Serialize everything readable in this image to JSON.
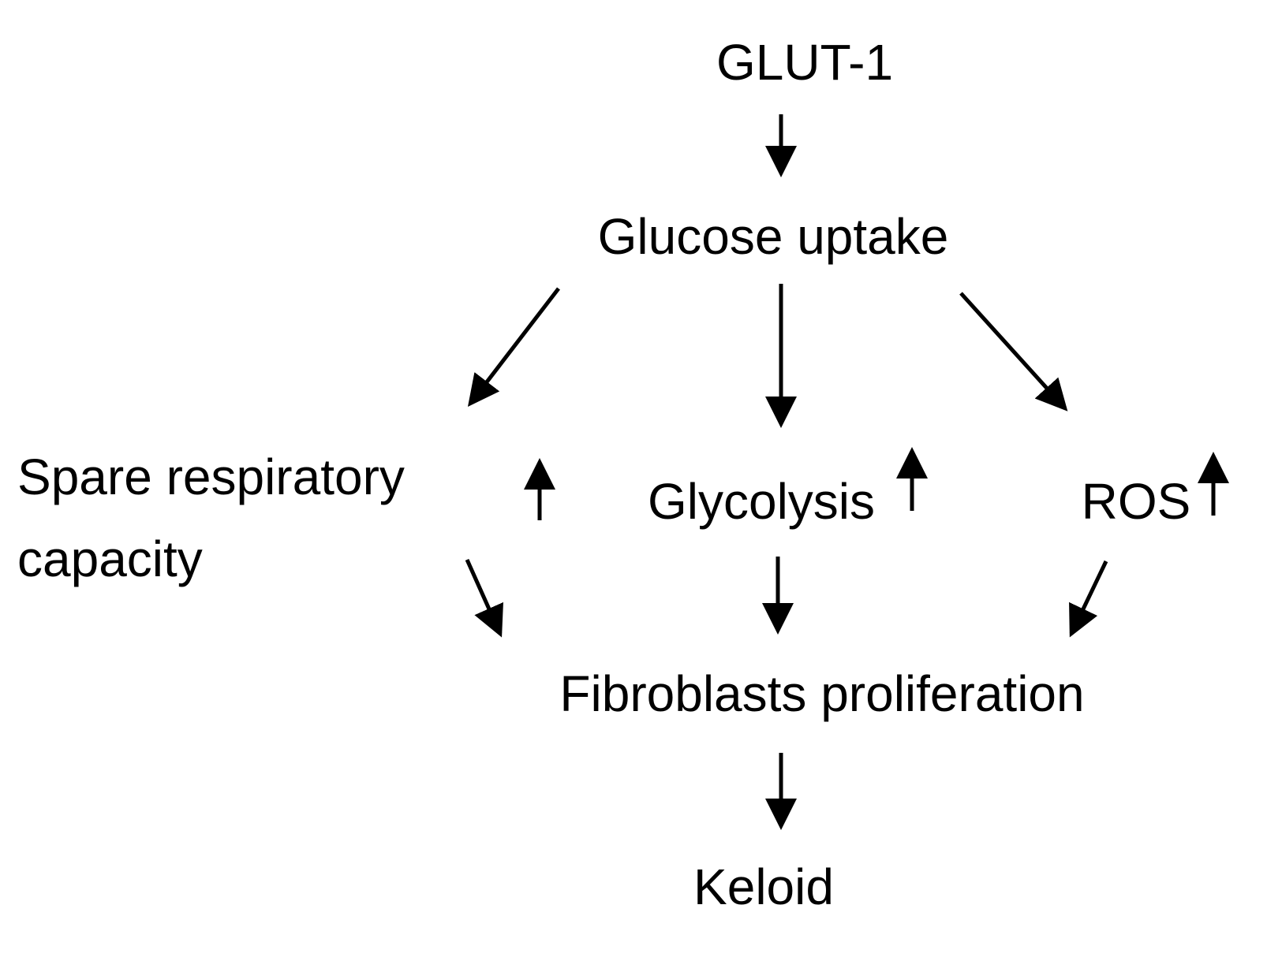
{
  "diagram": {
    "nodes": {
      "glut1": "GLUT-1",
      "glucose_uptake": "Glucose uptake",
      "spare_line1": "Spare respiratory",
      "spare_line2": "capacity",
      "glycolysis": "Glycolysis",
      "ros": "ROS",
      "fibroblasts": "Fibroblasts proliferation",
      "keloid": "Keloid"
    }
  }
}
